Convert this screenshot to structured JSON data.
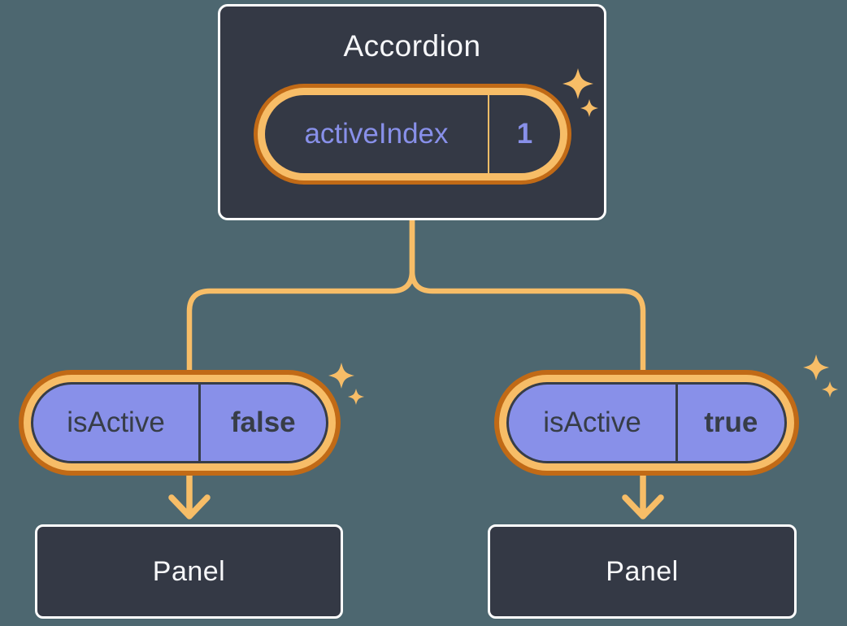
{
  "colors": {
    "background": "#4D6770",
    "box_fill": "#343945",
    "box_border": "#FFFFFF",
    "text_light": "#F6F7F9",
    "text_dark": "#373D47",
    "periwinkle": "#8890E9",
    "orange_dark": "#C16A16",
    "orange_light": "#F7BD67"
  },
  "accordion": {
    "title": "Accordion",
    "state_pill": {
      "name": "activeIndex",
      "value": "1"
    }
  },
  "children": [
    {
      "prop_pill": {
        "name": "isActive",
        "value": "false"
      },
      "panel": {
        "label": "Panel"
      }
    },
    {
      "prop_pill": {
        "name": "isActive",
        "value": "true"
      },
      "panel": {
        "label": "Panel"
      }
    }
  ],
  "decorations": {
    "sparkle_icon": "four-point-sparkle"
  }
}
